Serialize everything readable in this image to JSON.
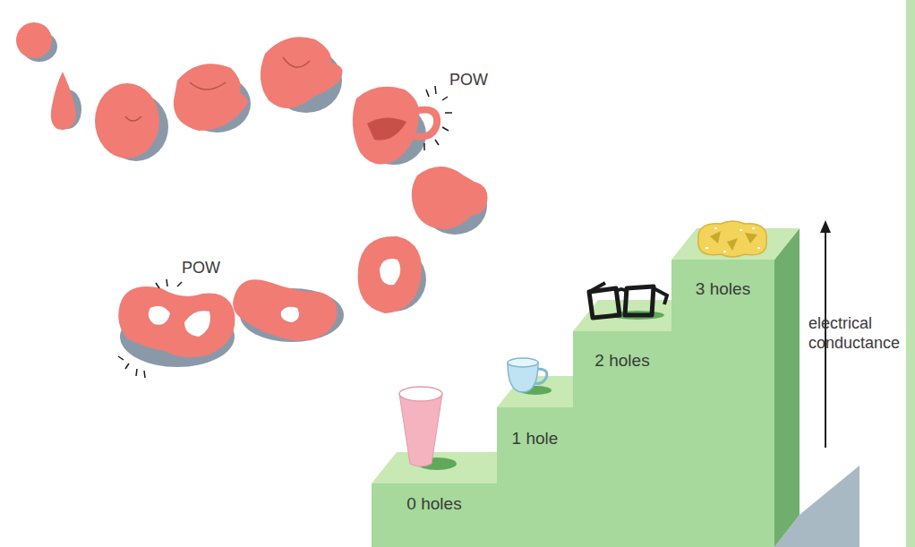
{
  "diagram": {
    "nodes": [
      {
        "text": [
          "0 holes"
        ]
      },
      {
        "text": [
          "1 hole"
        ]
      },
      {
        "text": [
          "2 holes"
        ]
      },
      {
        "text": [
          "3 holes"
        ]
      }
    ],
    "labels": [
      "POW",
      "POW",
      "electrical conductance"
    ]
  }
}
